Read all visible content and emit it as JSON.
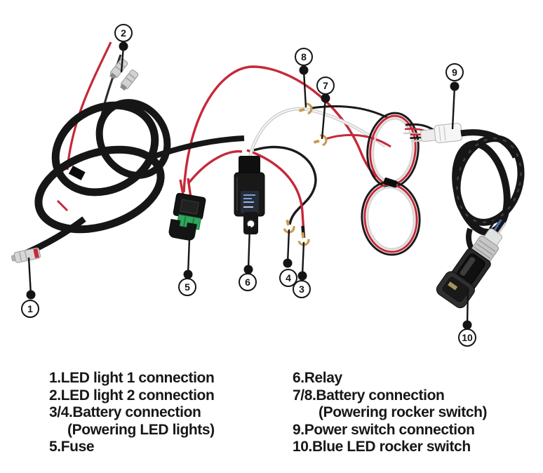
{
  "diagram": {
    "callouts": [
      {
        "label": "1"
      },
      {
        "label": "2"
      },
      {
        "label": "3"
      },
      {
        "label": "4"
      },
      {
        "label": "5"
      },
      {
        "label": "6"
      },
      {
        "label": "7"
      },
      {
        "label": "8"
      },
      {
        "label": "9"
      },
      {
        "label": "10"
      }
    ],
    "legend": {
      "left": [
        "1.LED light 1 connection",
        "2.LED light 2 connection",
        "3/4.Battery connection",
        "(Powering LED lights)",
        "5.Fuse"
      ],
      "right": [
        "6.Relay",
        "7/8.Battery connection",
        "(Powering rocker switch)",
        "9.Power switch connection",
        "10.Blue LED rocker switch"
      ]
    },
    "colors": {
      "background": "#ffffff",
      "wire_red": "#c5293a",
      "wire_black": "#171717",
      "wire_white": "#f2f2f2",
      "fuse_green": "#2fa65a",
      "terminal_gold": "#c49c52",
      "connector_silver": "#d6d6d6",
      "relay_label_blue": "#7d9fd4",
      "switch_wire_blue": "#4a6fae",
      "text": "#171717"
    }
  }
}
